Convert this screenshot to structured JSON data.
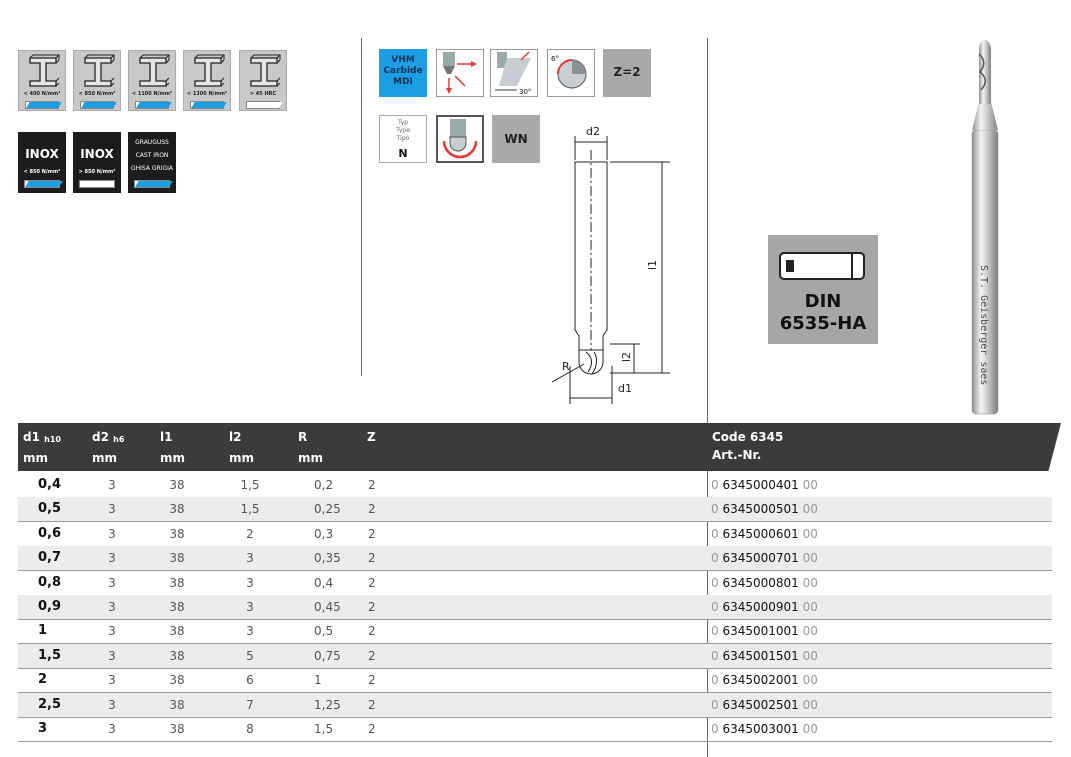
{
  "materials": [
    {
      "label": "< 400 N/mm²",
      "fill": "#1b9ee3"
    },
    {
      "label": "< 850 N/mm²",
      "fill": "#1b9ee3"
    },
    {
      "label": "< 1100 N/mm²",
      "fill": "#1b9ee3"
    },
    {
      "label": "< 1300 N/mm²",
      "fill": "#1b9ee3"
    },
    {
      "label": "> 45 HRC",
      "fill": "#ffffff"
    }
  ],
  "special_materials": [
    {
      "title": "INOX",
      "label": "< 850 N/mm²"
    },
    {
      "title": "INOX",
      "label": "> 850 N/mm²"
    },
    {
      "lines": [
        "GRAUGUSS",
        "CAST IRON",
        "GHISA GRIGIA"
      ]
    }
  ],
  "features": {
    "vhm": [
      "VHM",
      "Carbide",
      "MDI"
    ],
    "angle_30": "30°",
    "angle_6": "6°",
    "teeth": "Z=2",
    "type": {
      "lines": [
        "Typ",
        "Type",
        "Tipo"
      ],
      "value": "N"
    },
    "wn": "WN"
  },
  "drawing": {
    "d2": "d2",
    "l1": "l1",
    "l2": "l2",
    "d1": "d1",
    "r": "R"
  },
  "din": [
    "DIN",
    "6535-HA"
  ],
  "tool_text": "S.T. Geisberger saes",
  "columns": [
    {
      "name": "d1",
      "sub": "h10",
      "unit": "mm"
    },
    {
      "name": "d2",
      "sub": "h6",
      "unit": "mm"
    },
    {
      "name": "l1",
      "sub": "",
      "unit": "mm"
    },
    {
      "name": "l2",
      "sub": "",
      "unit": "mm"
    },
    {
      "name": "R",
      "sub": "",
      "unit": "mm"
    },
    {
      "name": "Z",
      "sub": "",
      "unit": ""
    }
  ],
  "code_header": [
    "Code 6345",
    "Art.-Nr."
  ],
  "rows": [
    {
      "d1": "0,4",
      "d2": "3",
      "l1": "38",
      "l2": "1,5",
      "r": "0,2",
      "z": "2",
      "pre": "0",
      "code": "6345000401",
      "suf": "00"
    },
    {
      "d1": "0,5",
      "d2": "3",
      "l1": "38",
      "l2": "1,5",
      "r": "0,25",
      "z": "2",
      "pre": "0",
      "code": "6345000501",
      "suf": "00"
    },
    {
      "d1": "0,6",
      "d2": "3",
      "l1": "38",
      "l2": "2",
      "r": "0,3",
      "z": "2",
      "pre": "0",
      "code": "6345000601",
      "suf": "00"
    },
    {
      "d1": "0,7",
      "d2": "3",
      "l1": "38",
      "l2": "3",
      "r": "0,35",
      "z": "2",
      "pre": "0",
      "code": "6345000701",
      "suf": "00"
    },
    {
      "d1": "0,8",
      "d2": "3",
      "l1": "38",
      "l2": "3",
      "r": "0,4",
      "z": "2",
      "pre": "0",
      "code": "6345000801",
      "suf": "00"
    },
    {
      "d1": "0,9",
      "d2": "3",
      "l1": "38",
      "l2": "3",
      "r": "0,45",
      "z": "2",
      "pre": "0",
      "code": "6345000901",
      "suf": "00"
    },
    {
      "d1": "1",
      "d2": "3",
      "l1": "38",
      "l2": "3",
      "r": "0,5",
      "z": "2",
      "pre": "0",
      "code": "6345001001",
      "suf": "00"
    },
    {
      "d1": "1,5",
      "d2": "3",
      "l1": "38",
      "l2": "5",
      "r": "0,75",
      "z": "2",
      "pre": "0",
      "code": "6345001501",
      "suf": "00"
    },
    {
      "d1": "2",
      "d2": "3",
      "l1": "38",
      "l2": "6",
      "r": "1",
      "z": "2",
      "pre": "0",
      "code": "6345002001",
      "suf": "00"
    },
    {
      "d1": "2,5",
      "d2": "3",
      "l1": "38",
      "l2": "7",
      "r": "1,25",
      "z": "2",
      "pre": "0",
      "code": "6345002501",
      "suf": "00"
    },
    {
      "d1": "3",
      "d2": "3",
      "l1": "38",
      "l2": "8",
      "r": "1,5",
      "z": "2",
      "pre": "0",
      "code": "6345003001",
      "suf": "00"
    }
  ]
}
